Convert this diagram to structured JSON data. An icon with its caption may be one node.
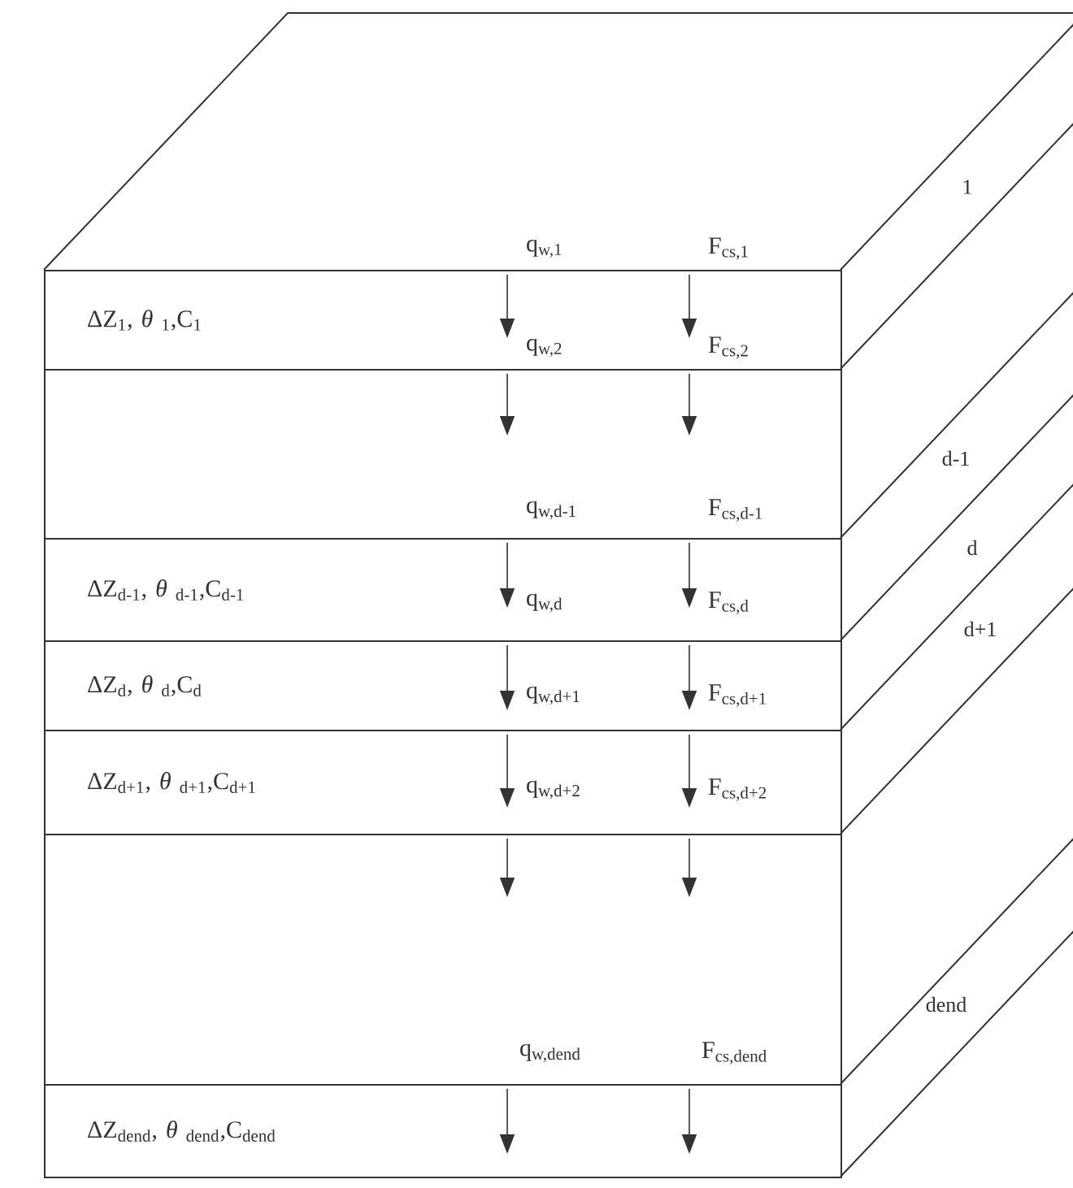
{
  "diagram": {
    "nodes": [
      {
        "text": [
          "ΔZ$_{1}$, *θ* $_{1}$,C$_{1}$"
        ]
      },
      {
        "text": [],
        "shape": "box"
      },
      {
        "text": [
          "ΔZ$_{d-1}$, *θ* $_{d-1}$,C$_{d-1}$"
        ]
      },
      {
        "text": [
          "ΔZ$_{d}$, *θ* $_{d}$,C$_{d}$"
        ]
      },
      {
        "text": [
          "ΔZ$_{d+1}$, *θ* $_{d+1}$,C$_{d+1}$"
        ]
      },
      {
        "text": [],
        "shape": "box"
      },
      {
        "text": [
          "ΔZ$_{dend}$, *θ* $_{dend}$,C$_{dend}$"
        ]
      }
    ],
    "labels": [
      "1",
      "q$_{w,1}$",
      "F$_{cs,1}$",
      "q$_{w,2}$",
      "F$_{cs,2}$",
      "d-1",
      "q$_{w,d-1}$",
      "F$_{cs,d-1}$",
      "d",
      "q$_{w,d}$",
      "F$_{cs,d}$",
      "d+1",
      "q$_{w,d+1}$",
      "F$_{cs,d+1}$",
      "q$_{w,d+2}$",
      "F$_{cs,d+2}$",
      "dend",
      "q$_{w,dend}$",
      "F$_{cs,dend}$"
    ]
  }
}
